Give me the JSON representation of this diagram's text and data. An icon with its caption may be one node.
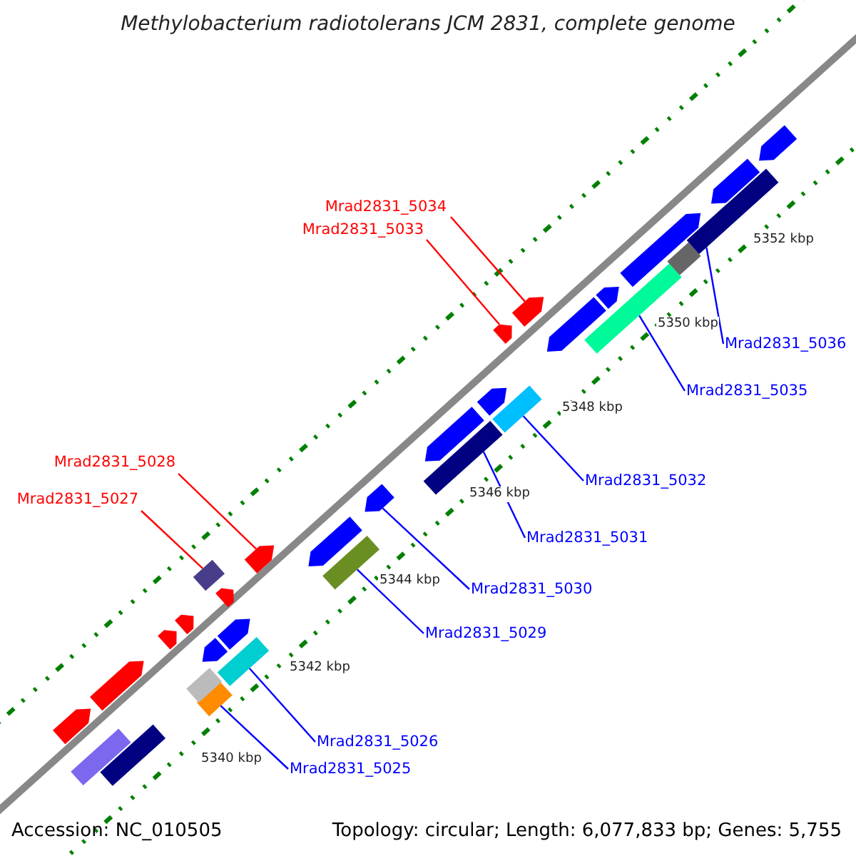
{
  "diagram": {
    "title": "Methylobacterium radiotolerans JCM 2831, complete genome",
    "nodes": [
      {
        "text": [
          "Mrad2831_5034"
        ]
      },
      {
        "text": [
          "Mrad2831_5033"
        ]
      },
      {
        "text": [
          "Mrad2831_5036"
        ]
      },
      {
        "text": [
          "Mrad2831_5035"
        ]
      },
      {
        "text": [
          "Mrad2831_5032"
        ]
      },
      {
        "text": [
          "Mrad2831_5028"
        ]
      },
      {
        "text": [
          "Mrad2831_5031"
        ]
      },
      {
        "text": [
          "Mrad2831_5027"
        ]
      },
      {
        "text": [
          "Mrad2831_5030"
        ]
      },
      {
        "text": [
          "Mrad2831_5029"
        ]
      },
      {
        "text": [
          "Mrad2831_5026"
        ]
      },
      {
        "text": [
          "Mrad2831_5025"
        ]
      },
      {
        "text": [],
        "shape": "box"
      },
      {
        "text": [],
        "shape": "arrow"
      },
      {
        "text": [],
        "shape": "box"
      },
      {
        "text": [],
        "shape": "arrow"
      },
      {
        "text": [],
        "shape": "box"
      },
      {
        "text": [],
        "shape": "box"
      },
      {
        "text": [],
        "shape": "arrow"
      },
      {
        "text": [],
        "shape": "arrow"
      },
      {
        "text": [],
        "shape": "box"
      },
      {
        "text": [],
        "shape": "arrow"
      },
      {
        "text": [],
        "shape": "arrow"
      },
      {
        "text": [],
        "shape": "box"
      },
      {
        "text": [],
        "shape": "arrow"
      },
      {
        "text": [],
        "shape": "arrow"
      },
      {
        "text": [],
        "shape": "arrow"
      },
      {
        "text": [],
        "shape": "box"
      },
      {
        "text": [],
        "shape": "arrow"
      },
      {
        "text": [],
        "shape": "box"
      },
      {
        "text": [],
        "shape": "arrow"
      },
      {
        "text": [],
        "shape": "arrow"
      },
      {
        "text": [],
        "shape": "box"
      },
      {
        "text": [],
        "shape": "arrow"
      },
      {
        "text": [],
        "shape": "arrow"
      },
      {
        "text": [],
        "shape": "arrow"
      },
      {
        "text": [],
        "shape": "box"
      },
      {
        "text": [],
        "shape": "arrow"
      },
      {
        "text": [],
        "shape": "arrow"
      },
      {
        "text": [],
        "shape": "box"
      },
      {
        "text": [],
        "shape": "box"
      },
      {
        "text": [],
        "shape": "arrow"
      },
      {
        "text": [],
        "shape": "arrow"
      }
    ],
    "edges": [
      {
        "from": 0,
        "to": 34,
        "arrow": "none",
        "color": "#ff0000"
      },
      {
        "from": 1,
        "to": 33,
        "arrow": "none",
        "color": "#ff0000"
      },
      {
        "from": 2,
        "to": 40,
        "arrow": "none"
      },
      {
        "from": 3,
        "to": 36,
        "arrow": "none"
      },
      {
        "from": 4,
        "to": 32,
        "arrow": "none"
      },
      {
        "from": 5,
        "to": 25,
        "arrow": "none",
        "color": "#ff0000"
      },
      {
        "from": 6,
        "to": 29,
        "arrow": "none"
      },
      {
        "from": 7,
        "to": 23,
        "arrow": "none",
        "color": "#ff0000"
      },
      {
        "from": 8,
        "to": 28,
        "arrow": "none"
      },
      {
        "from": 9,
        "to": 27,
        "arrow": "none"
      },
      {
        "from": 10,
        "to": 20,
        "arrow": "none"
      },
      {
        "from": 11,
        "to": 16,
        "arrow": "none"
      }
    ],
    "labels": [
      "5352 kbp",
      "5350 kbp",
      "5348 kbp",
      "5346 kbp",
      "5344 kbp",
      "5342 kbp",
      "5340 kbp",
      "Accession: NC_010505",
      "Topology: circular; Length: 6,077,833 bp; Genes: 5,755"
    ]
  }
}
